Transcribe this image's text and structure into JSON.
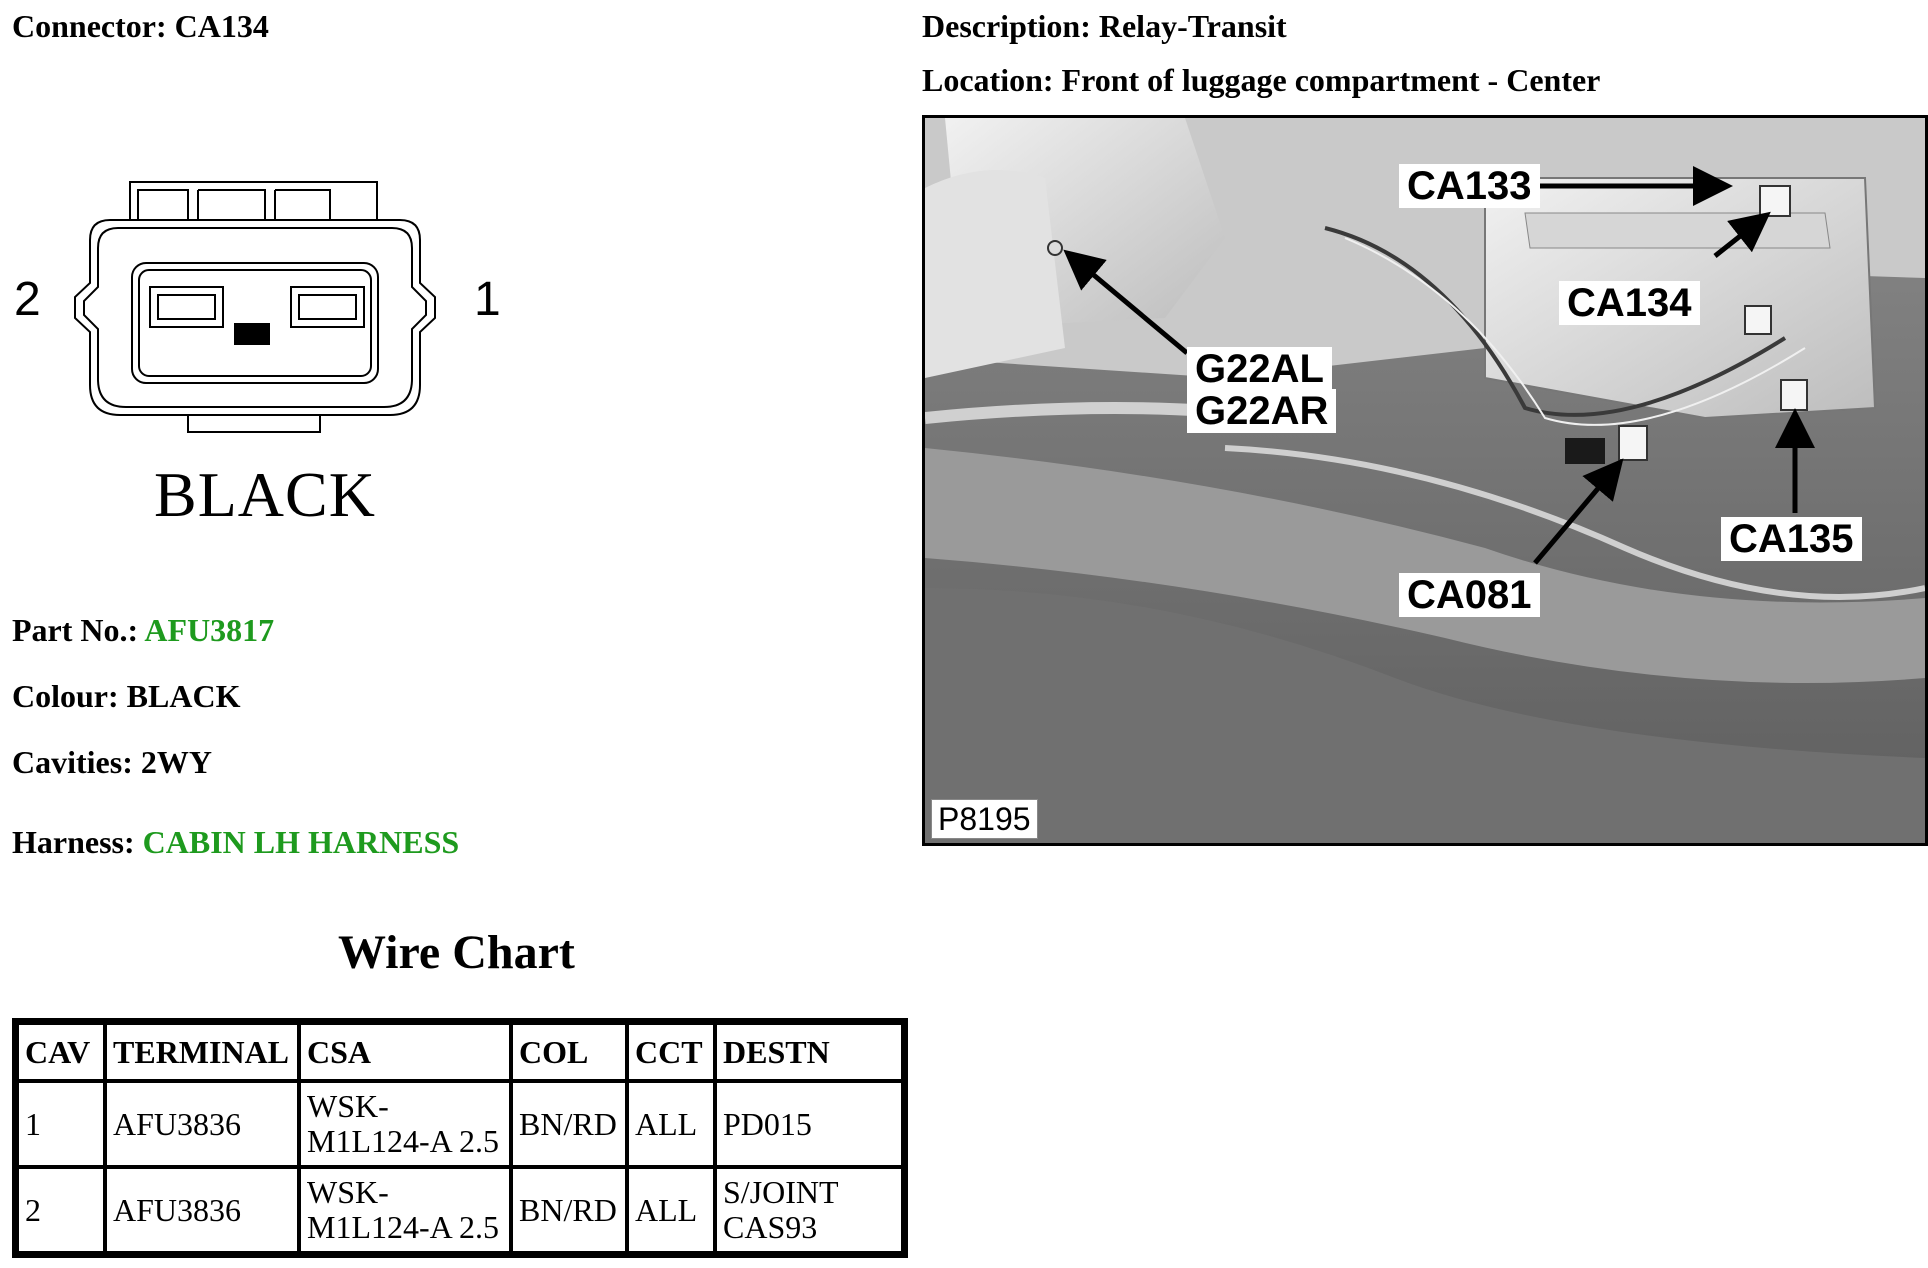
{
  "connector": {
    "label": "Connector:",
    "value": "CA134"
  },
  "description": {
    "label": "Description:",
    "value": "Relay-Transit"
  },
  "location": {
    "label": "Location:",
    "value": "Front of luggage compartment - Center"
  },
  "diagram": {
    "pin_left": "2",
    "pin_right": "1",
    "color_label": "BLACK"
  },
  "part_no": {
    "label": "Part No.:",
    "value": "AFU3817",
    "value_color": "#1e9a1e"
  },
  "colour": {
    "label": "Colour:",
    "value": "BLACK"
  },
  "cavities": {
    "label": "Cavities:",
    "value": "2WY"
  },
  "harness": {
    "label": "Harness:",
    "value": "CABIN LH HARNESS",
    "value_color": "#1e9a1e"
  },
  "wire_chart": {
    "title": "Wire Chart",
    "headers": [
      "CAV",
      "TERMINAL",
      "CSA",
      "COL",
      "CCT",
      "DESTN"
    ],
    "rows": [
      {
        "cav": "1",
        "terminal": "AFU3836",
        "csa_line1": "WSK-",
        "csa_line2": "M1L124-A 2.5",
        "col": "BN/RD",
        "cct": "ALL",
        "destn_line1": "PD015",
        "destn_line2": ""
      },
      {
        "cav": "2",
        "terminal": "AFU3836",
        "csa_line1": "WSK-",
        "csa_line2": "M1L124-A 2.5",
        "col": "BN/RD",
        "cct": "ALL",
        "destn_line1": "S/JOINT",
        "destn_line2": "CAS93"
      }
    ]
  },
  "photo": {
    "callouts": {
      "ca133": "CA133",
      "ca134": "CA134",
      "g22al": "G22AL",
      "g22ar": "G22AR",
      "ca135": "CA135",
      "ca081": "CA081"
    },
    "code": "P8195"
  }
}
